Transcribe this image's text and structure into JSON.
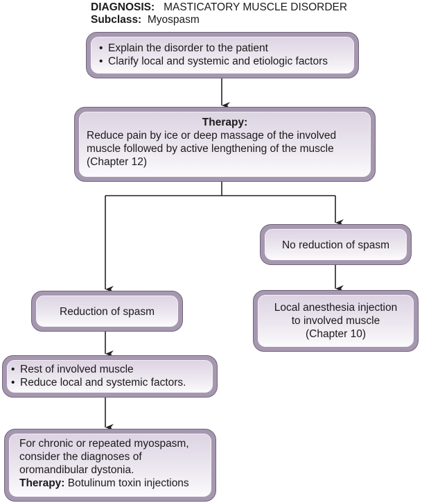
{
  "header": {
    "diagnosis_label": "DIAGNOSIS:",
    "diagnosis_value": "MASTICATORY MUSCLE DISORDER",
    "subclass_label": "Subclass:",
    "subclass_value": "Myospasm"
  },
  "boxes": {
    "initial": {
      "bullets": [
        "Explain the disorder to the patient",
        "Clarify local and systemic and etiologic factors"
      ]
    },
    "therapy": {
      "title": "Therapy:",
      "lines": [
        "Reduce pain by ice or deep massage of the involved",
        "muscle followed by active lengthening of the muscle",
        "(Chapter 12)"
      ]
    },
    "no_reduction": {
      "text": "No reduction of spasm"
    },
    "local_anesthesia": {
      "lines": [
        "Local anesthesia injection",
        "to involved muscle",
        "(Chapter 10)"
      ]
    },
    "reduction": {
      "text": "Reduction of spasm"
    },
    "rest": {
      "bullets": [
        "Rest of involved muscle",
        "Reduce local and systemic factors."
      ]
    },
    "chronic": {
      "lines": [
        "For chronic or repeated myospasm,",
        "consider the diagnoses of",
        "oromandibular dystonia."
      ],
      "therapy_label": "Therapy:",
      "therapy_value": "Botulinum toxin injections"
    }
  },
  "colors": {
    "box_border": "#a697b0",
    "box_fill_top": "#ddd4e3",
    "box_fill_bottom": "#fbfafc",
    "connector": "#222222"
  }
}
